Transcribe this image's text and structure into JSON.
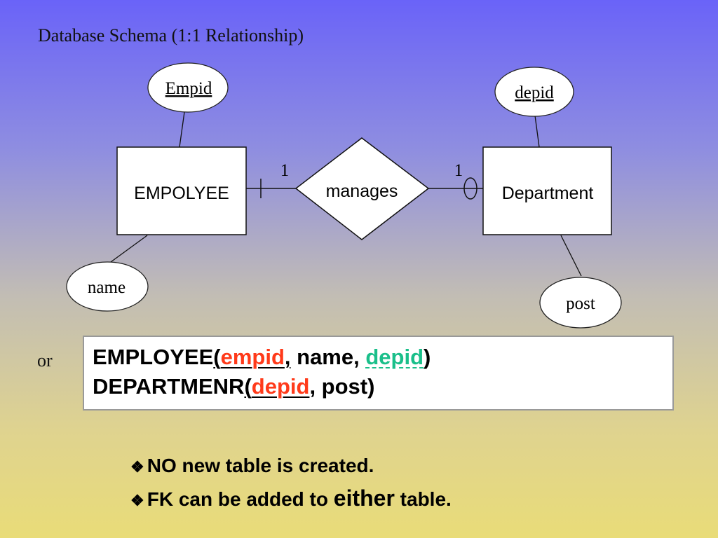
{
  "title": "Database Schema (1:1 Relationship)",
  "diagram": {
    "entities": [
      {
        "label": "EMPOLYEE"
      },
      {
        "label": "Department"
      }
    ],
    "relationship": {
      "label": "manages"
    },
    "attributes": {
      "empid": "Empid",
      "depid": "depid",
      "name": "name",
      "post": "post"
    },
    "cardinality": {
      "left": "1",
      "right": "1"
    }
  },
  "or_label": "or",
  "schema": {
    "employee": {
      "table": "EMPLOYEE",
      "open": "(",
      "pk": "empid",
      "comma1": ",",
      "mid": " name, ",
      "fk": "depid",
      "close": ")"
    },
    "department": {
      "table": "DEPARTMENR",
      "open": "(",
      "pk": "depid",
      "rest": ", post)"
    },
    "colors": {
      "pk": "#ff3a1a",
      "fk": "#1abf8a"
    }
  },
  "bullets": {
    "icon": "diamond-bullet-icon",
    "line1": "NO new table is created.",
    "line2_pre": "FK can be added to ",
    "line2_em": "either",
    "line2_post": " table."
  }
}
